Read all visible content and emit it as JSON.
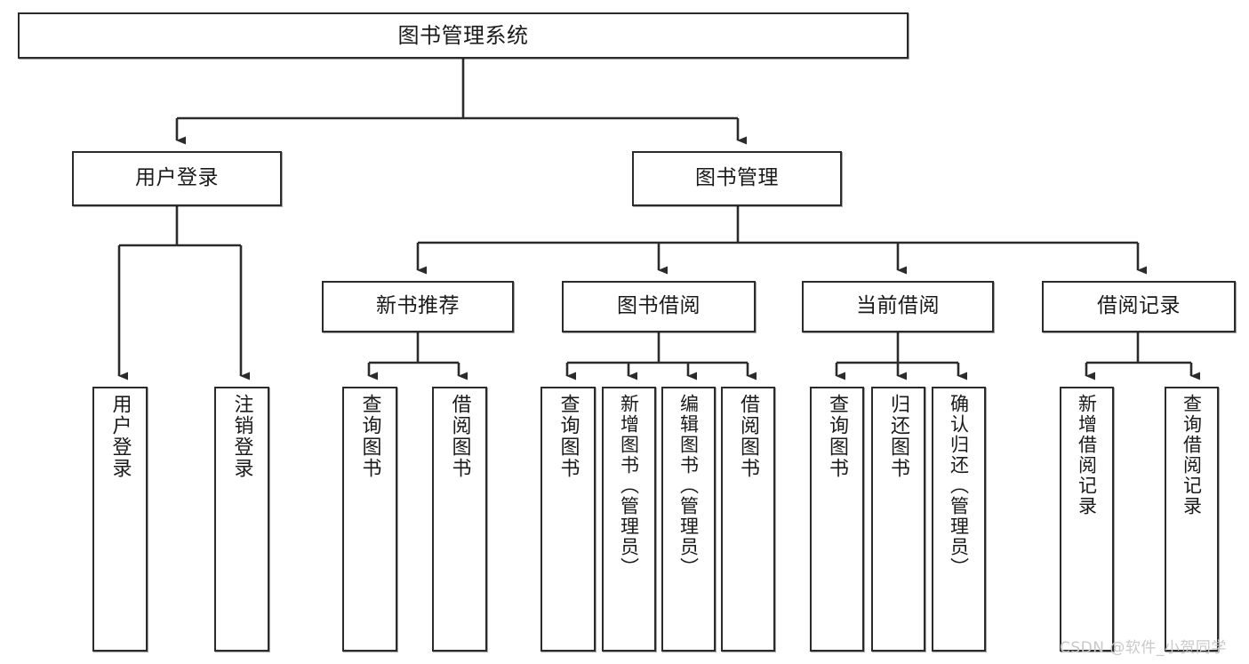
{
  "diagram": {
    "title": "图书管理系统",
    "type": "tree-hierarchy",
    "watermark": "CSDN @软件_小贺同学",
    "colors": {
      "box_border": "#2b2b2b",
      "box_fill": "#ffffff",
      "edge": "#2b2b2b",
      "text": "#1a1a1a",
      "watermark": "#c9c9c9",
      "background": "#ffffff"
    },
    "nodes": {
      "root": {
        "label": "图书管理系统"
      },
      "level2": [
        {
          "id": "user-login",
          "label": "用户登录"
        },
        {
          "id": "book-manage",
          "label": "图书管理"
        }
      ],
      "level3": [
        {
          "id": "new-book-rec",
          "label": "新书推荐"
        },
        {
          "id": "book-borrow",
          "label": "图书借阅"
        },
        {
          "id": "current-borrow",
          "label": "当前借阅"
        },
        {
          "id": "borrow-record",
          "label": "借阅记录"
        }
      ],
      "leaves": {
        "user_login": [
          {
            "id": "leaf-user-login",
            "label": "用户登录"
          },
          {
            "id": "leaf-logout",
            "label": "注销登录"
          }
        ],
        "new_book_rec": [
          {
            "id": "leaf-query-book-1",
            "label": "查询图书"
          },
          {
            "id": "leaf-borrow-book-1",
            "label": "借阅图书"
          }
        ],
        "book_borrow": [
          {
            "id": "leaf-query-book-2",
            "label": "查询图书"
          },
          {
            "id": "leaf-add-book",
            "label": "新增图书（管理员）"
          },
          {
            "id": "leaf-edit-book",
            "label": "编辑图书（管理员）"
          },
          {
            "id": "leaf-borrow-book-2",
            "label": "借阅图书"
          }
        ],
        "current_borrow": [
          {
            "id": "leaf-query-book-3",
            "label": "查询图书"
          },
          {
            "id": "leaf-return-book",
            "label": "归还图书"
          },
          {
            "id": "leaf-confirm-return",
            "label": "确认归还（管理员）"
          }
        ],
        "borrow_record": [
          {
            "id": "leaf-add-record",
            "label": "新增借阅记录"
          },
          {
            "id": "leaf-query-record",
            "label": "查询借阅记录"
          }
        ]
      }
    }
  }
}
